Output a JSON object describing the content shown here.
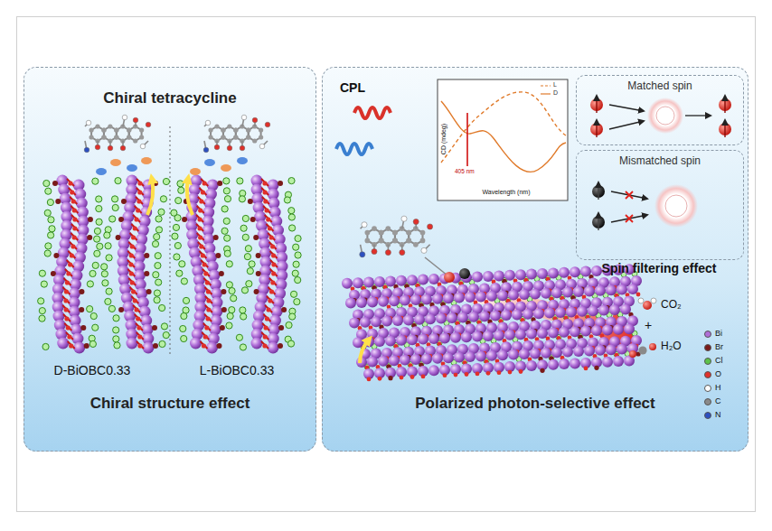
{
  "diagram": {
    "nodes": [
      {
        "text": [
          "Chiral tetracycline",
          "Chiral structure effect"
        ]
      },
      {
        "text": [
          "Polarized photon-selective effect"
        ]
      },
      {
        "text": [
          "Matched spin"
        ],
        "in": 1
      },
      {
        "text": [
          "Mismatched spin"
        ],
        "in": 1
      }
    ],
    "labels": [
      "D-BiOBC0.33",
      "L-BiOBC0.33",
      "CPL",
      "CD (mdeg)",
      "Wavelength (nm)",
      "405 nm",
      "Spin filtering effect",
      "CO₂",
      "+",
      "H₂O"
    ],
    "legend": [
      {
        "text": "L"
      },
      {
        "text": "D"
      },
      {
        "text": "Bi",
        "color": "#b06fd8"
      },
      {
        "text": "Br",
        "color": "#7a1a1a"
      },
      {
        "text": "Cl",
        "color": "#5cc24a"
      },
      {
        "text": "O",
        "color": "#e0302a"
      },
      {
        "text": "H",
        "color": "#ffffff"
      },
      {
        "text": "C",
        "color": "#8a8a8a"
      },
      {
        "text": "N",
        "color": "#2c4fc0"
      }
    ]
  }
}
